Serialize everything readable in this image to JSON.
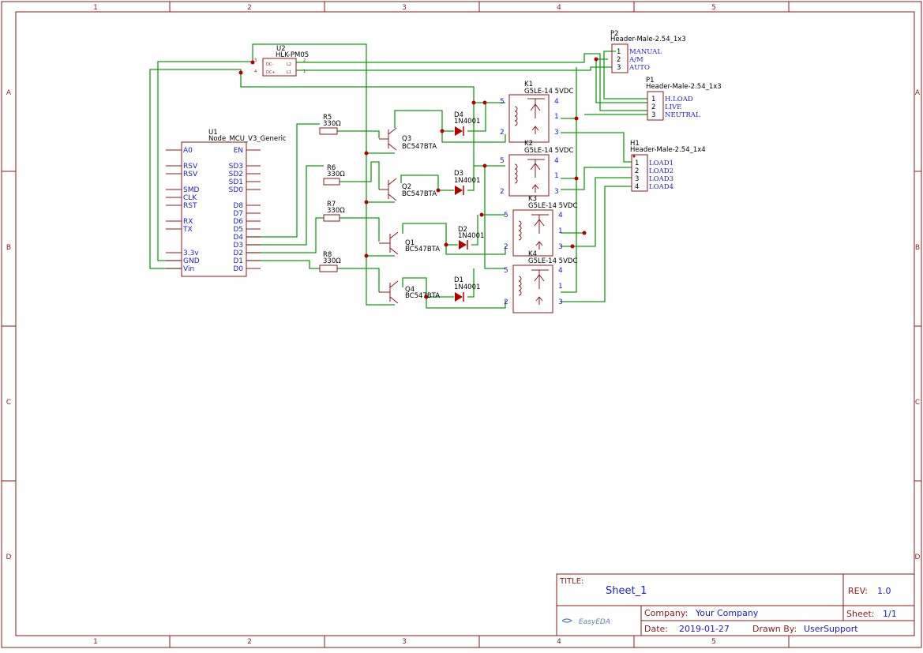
{
  "title_block": {
    "title_label": "TITLE:",
    "title": "Sheet_1",
    "rev_label": "REV:",
    "rev": "1.0",
    "company_label": "Company:",
    "company": "Your Company",
    "sheet_label": "Sheet:",
    "sheet": "1/1",
    "date_label": "Date:",
    "date": "2019-01-27",
    "drawn_label": "Drawn By:",
    "drawn_by": "UserSupport",
    "logo_text": "EasyEDA"
  },
  "zones": {
    "columns": [
      "1",
      "2",
      "3",
      "4",
      "5"
    ],
    "rows": [
      "A",
      "B",
      "C",
      "D"
    ]
  },
  "components": {
    "u1": {
      "ref": "U1",
      "value": "Node_MCU_V3_Generic",
      "left_pins": [
        "A0",
        "RSV",
        "RSV",
        "SMD",
        "CLK",
        "RST",
        "RX",
        "TX",
        "3.3v",
        "GND",
        "Vin"
      ],
      "right_pins": [
        "EN",
        "SD3",
        "SD2",
        "SD1",
        "SD0",
        "D8",
        "D7",
        "D6",
        "D5",
        "D4",
        "D3",
        "D2",
        "D1",
        "D0"
      ]
    },
    "u2": {
      "ref": "U2",
      "value": "HLK-PM05",
      "pins": [
        "DC-",
        "DC+",
        "L2",
        "L1",
        "3",
        "4",
        "2",
        "1"
      ]
    },
    "p2": {
      "ref": "P2",
      "value": "Header-Male-2.54_1x3",
      "pin_numbers": [
        "1",
        "2",
        "3"
      ],
      "nets": [
        "MANUAL",
        "A/M",
        "AUTO"
      ]
    },
    "p1": {
      "ref": "P1",
      "value": "Header-Male-2.54_1x3",
      "pin_numbers": [
        "1",
        "2",
        "3"
      ],
      "nets": [
        "H.LOAD",
        "LIVE",
        "NEUTRAL"
      ]
    },
    "h1": {
      "ref": "H1",
      "value": "Header-Male-2.54_1x4",
      "pin_numbers": [
        "1",
        "2",
        "3",
        "4"
      ],
      "nets": [
        "LOAD1",
        "LOAD2",
        "LOAD3",
        "LOAD4"
      ]
    },
    "resistors": [
      {
        "ref": "R5",
        "value": "330Ω"
      },
      {
        "ref": "R6",
        "value": "330Ω"
      },
      {
        "ref": "R7",
        "value": "330Ω"
      },
      {
        "ref": "R8",
        "value": "330Ω"
      }
    ],
    "transistors": [
      {
        "ref": "Q3",
        "value": "BC547BTA"
      },
      {
        "ref": "Q2",
        "value": "BC547BTA"
      },
      {
        "ref": "Q1",
        "value": "BC547BTA"
      },
      {
        "ref": "Q4",
        "value": "BC547BTA"
      }
    ],
    "diodes": [
      {
        "ref": "D4",
        "value": "1N4001"
      },
      {
        "ref": "D3",
        "value": "1N4001"
      },
      {
        "ref": "D2",
        "value": "1N4001"
      },
      {
        "ref": "D1",
        "value": "1N4001"
      }
    ],
    "relays": [
      {
        "ref": "K1",
        "value": "G5LE-14 5VDC",
        "pins": [
          "5",
          "4",
          "2",
          "1",
          "3"
        ]
      },
      {
        "ref": "K2",
        "value": "G5LE-14 5VDC",
        "pins": [
          "5",
          "4",
          "2",
          "1",
          "3"
        ]
      },
      {
        "ref": "K3",
        "value": "G5LE-14 5VDC",
        "pins": [
          "5",
          "4",
          "2",
          "1",
          "3"
        ]
      },
      {
        "ref": "K4",
        "value": "G5LE-14 5VDC",
        "pins": [
          "5",
          "4",
          "2",
          "1",
          "3"
        ]
      }
    ]
  }
}
